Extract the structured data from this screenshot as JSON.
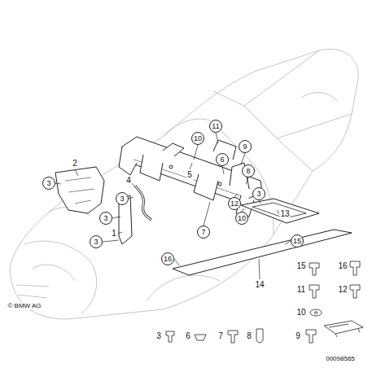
{
  "diagram": {
    "labels": [
      "11",
      "10",
      "9",
      "6",
      "2",
      "8",
      "5",
      "4",
      "3",
      "3",
      "3",
      "12",
      "13",
      "10",
      "3",
      "7",
      "1",
      "3",
      "15",
      "16",
      "15",
      "16",
      "14",
      "11",
      "12",
      "© BMW AG",
      "10",
      "3",
      "6",
      "7",
      "8",
      "9",
      "00098565"
    ]
  }
}
